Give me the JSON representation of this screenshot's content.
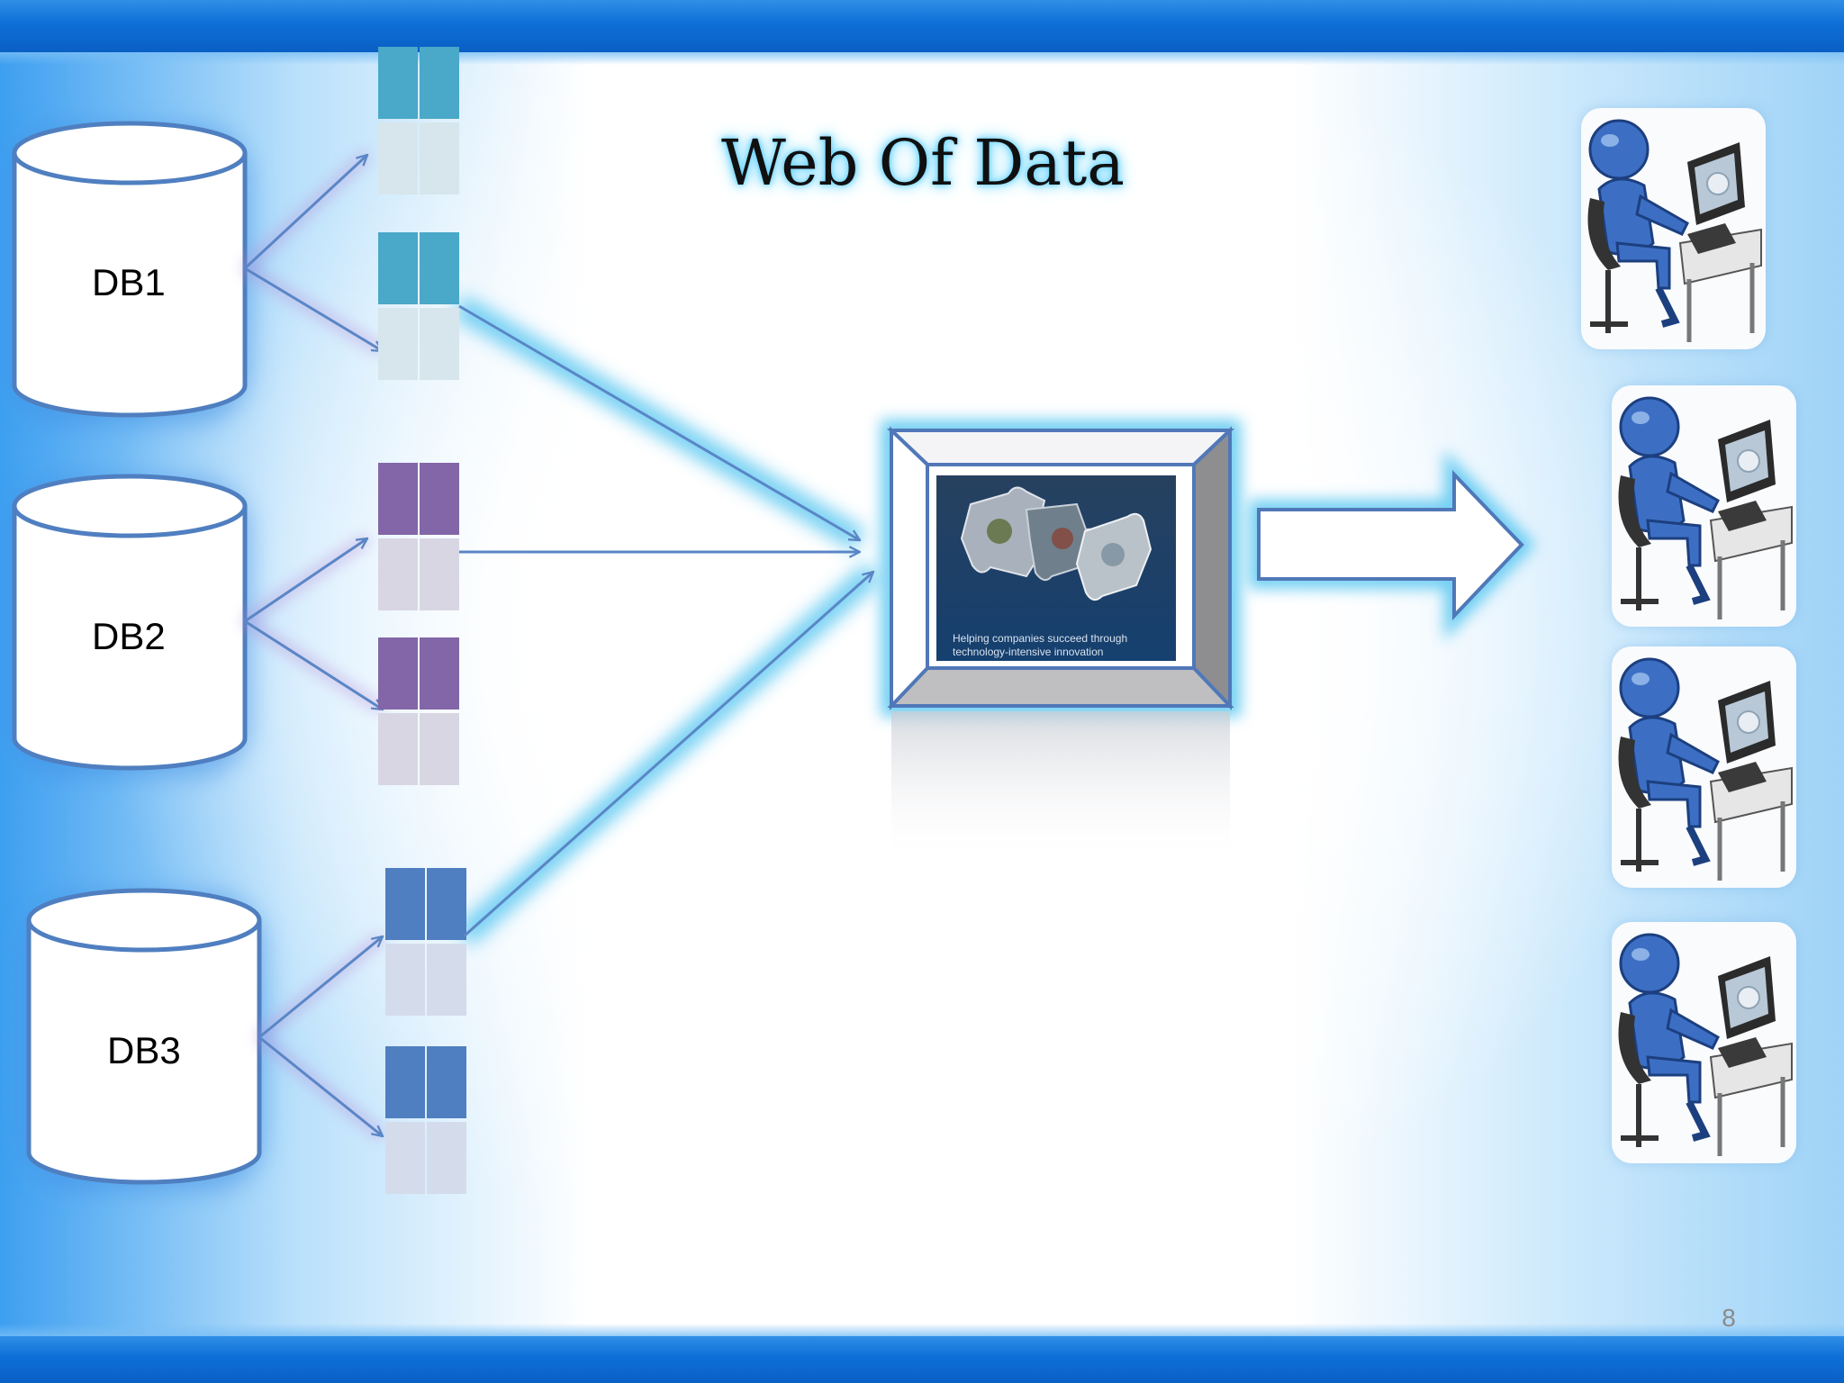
{
  "slide": {
    "title": "Web Of Data",
    "page_number": "8"
  },
  "databases": [
    {
      "label": "DB1"
    },
    {
      "label": "DB2"
    },
    {
      "label": "DB3"
    }
  ],
  "central_image": {
    "caption_line1": "Helping companies succeed through",
    "caption_line2": "technology-intensive innovation"
  },
  "icons": {
    "database": "cylinder-database-icon",
    "table": "table-icon",
    "output_arrow": "arrow-right-icon",
    "user": "user-at-computer-icon",
    "puzzle": "puzzle-pieces-icon"
  },
  "colors": {
    "teal_table": "#4aa8c8",
    "purple_table": "#8366a8",
    "blue_table": "#4f7fc0",
    "db_stroke": "#4f7fc0",
    "connector": "#5a86c6",
    "glow": "#4ec3f0"
  },
  "users_count_label": ""
}
